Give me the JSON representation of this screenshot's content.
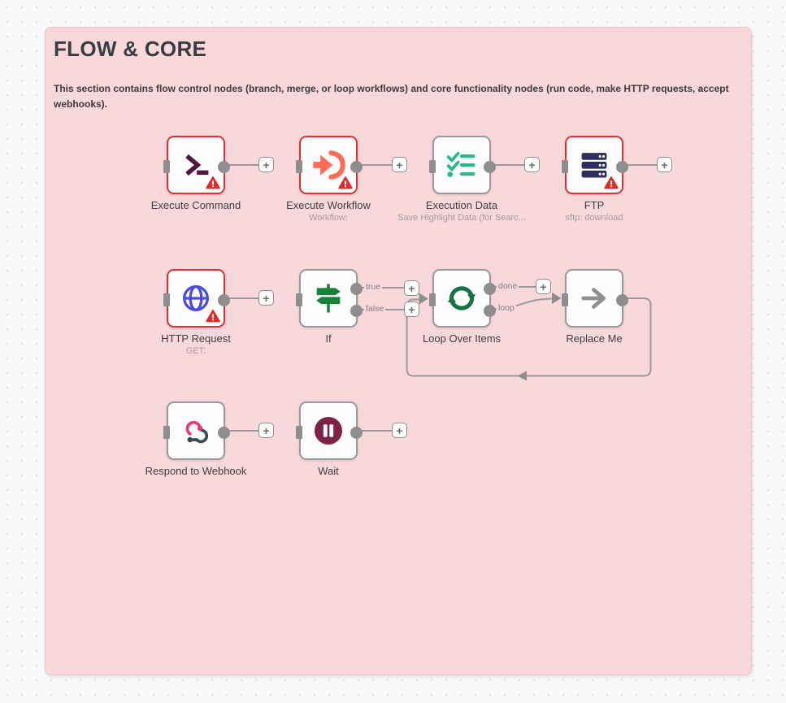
{
  "panel": {
    "title": "FLOW & CORE",
    "description": "This section contains flow control nodes (branch, merge, or loop workflows) and core functionality nodes (run code, make HTTP requests, accept webhooks)."
  },
  "colors": {
    "panel_background": "#f9d8db",
    "node_error_border": "#db3338",
    "node_default_border": "#98999b",
    "wire": "#9a9a9a",
    "warning_badge": "#e02b2b",
    "terminal_icon": "#52173f",
    "workflow_arrow_icon": "#ff6d5a",
    "checklist_icon": "#29b98c",
    "server_stack_icon": "#2d2e5e",
    "globe_icon": "#4b4ce0",
    "signpost_icon": "#188038",
    "loop_icon": "#177245",
    "replace_arrow_icon": "#909090",
    "webhook_icon_pink": "#e33b6f",
    "webhook_icon_dark": "#3b4a52",
    "pause_icon": "#7d2248"
  },
  "ui": {
    "plus_label": "+"
  },
  "wire_labels": {
    "if_true": "true",
    "if_false": "false",
    "loop_done": "done",
    "loop_loop": "loop"
  },
  "nodes": [
    {
      "label": "Execute Command",
      "subtitle": "",
      "border": "error",
      "icon": "terminal-icon",
      "has_warning": true
    },
    {
      "label": "Execute Workflow",
      "subtitle": "Workflow:",
      "border": "error",
      "icon": "workflow-arrow-icon",
      "has_warning": true
    },
    {
      "label": "Execution Data",
      "subtitle": "Save Highlight Data (for Searc...",
      "border": "default",
      "icon": "checklist-icon",
      "has_warning": false
    },
    {
      "label": "FTP",
      "subtitle": "sftp: download",
      "border": "error",
      "icon": "server-stack-icon",
      "has_warning": true
    },
    {
      "label": "HTTP Request",
      "subtitle": "GET:",
      "border": "error",
      "icon": "globe-icon",
      "has_warning": true
    },
    {
      "label": "If",
      "subtitle": "",
      "border": "default",
      "icon": "signpost-icon",
      "has_warning": false,
      "outputs": [
        "true",
        "false"
      ]
    },
    {
      "label": "Loop Over Items",
      "subtitle": "",
      "border": "default",
      "icon": "loop-icon",
      "has_warning": false,
      "outputs": [
        "done",
        "loop"
      ]
    },
    {
      "label": "Replace Me",
      "subtitle": "",
      "border": "default",
      "icon": "arrow-right-icon",
      "has_warning": false
    },
    {
      "label": "Respond to Webhook",
      "subtitle": "",
      "border": "default",
      "icon": "webhook-icon",
      "has_warning": false
    },
    {
      "label": "Wait",
      "subtitle": "",
      "border": "default",
      "icon": "pause-icon",
      "has_warning": false
    }
  ]
}
